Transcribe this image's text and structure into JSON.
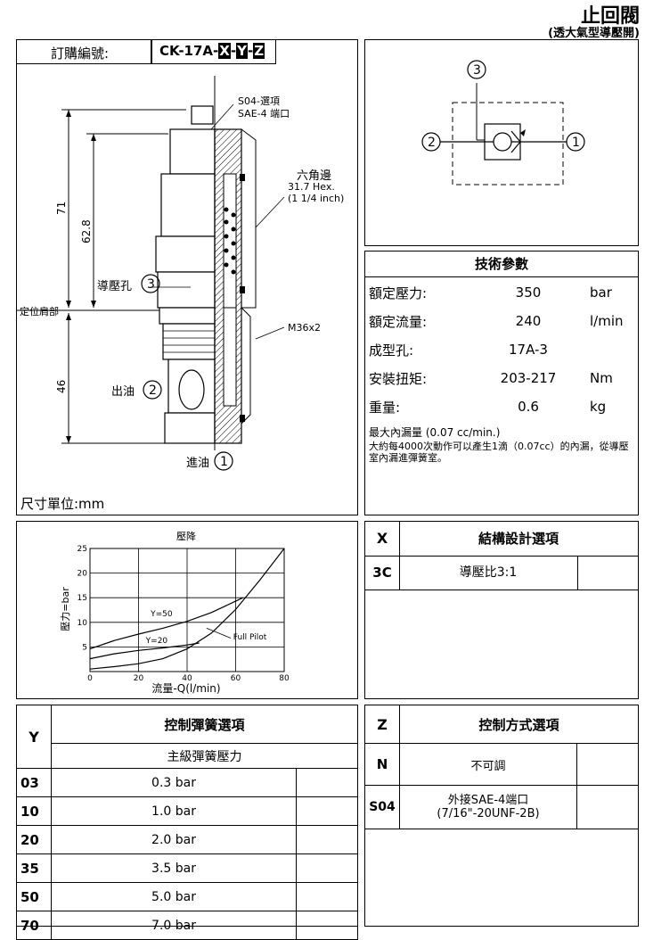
{
  "header": {
    "title": "止回閥",
    "subtitle": "(透大氣型導壓開)"
  },
  "order": {
    "label": "訂購編號:",
    "code_prefix": "CK-17A-",
    "x": "X",
    "y": "Y",
    "z": "Z",
    "sep": "-"
  },
  "drawing": {
    "port_option": "S04-選項",
    "port_sae": "SAE-4 端口",
    "hex_title": "六角邊",
    "hex_mm": "31.7 Hex.",
    "hex_in": "(1 1/4 inch)",
    "dim_71": "71",
    "dim_628": "62.8",
    "dim_46": "46",
    "pilot_port": "導壓孔",
    "pilot_num": "3",
    "shoulder": "定位肩部",
    "thread": "M36x2",
    "out_port": "出油",
    "out_num": "2",
    "in_port": "進油",
    "in_num": "1",
    "unit": "尺寸單位:mm"
  },
  "symbol": {
    "p1": "1",
    "p2": "2",
    "p3": "3"
  },
  "specs": {
    "title": "技術參數",
    "rows": [
      {
        "label": "額定壓力:",
        "value": "350",
        "unit": "bar"
      },
      {
        "label": "額定流量:",
        "value": "240",
        "unit": "l/min"
      },
      {
        "label": "成型孔:",
        "value": "17A-3",
        "unit": ""
      },
      {
        "label": "安裝扭矩:",
        "value": "203-217",
        "unit": "Nm"
      },
      {
        "label": "重量:",
        "value": "0.6",
        "unit": "kg"
      }
    ],
    "leak_title": "最大內漏量 (0.07 cc/min.)",
    "leak_note": "大約每4000次動作可以產生1滴（0.07cc）的內漏，從導壓室內漏進彈簧室。"
  },
  "chart_data": {
    "type": "line",
    "title": "壓降",
    "xlabel": "流量-Q(l/min)",
    "ylabel": "壓力=bar",
    "xlim": [
      0,
      80
    ],
    "ylim": [
      0,
      25
    ],
    "xticks": [
      0,
      20,
      40,
      60,
      80
    ],
    "yticks": [
      5,
      10,
      15,
      20,
      25
    ],
    "grid": true,
    "series": [
      {
        "name": "Y=50",
        "x": [
          0,
          10,
          20,
          30,
          40,
          50,
          60,
          63
        ],
        "y": [
          4.6,
          6.3,
          7.6,
          8.8,
          10.2,
          12,
          14.3,
          15
        ]
      },
      {
        "name": "Y=20",
        "x": [
          0,
          10,
          20,
          30,
          40,
          45
        ],
        "y": [
          2.6,
          3.6,
          4.3,
          4.8,
          5.4,
          5.8
        ]
      },
      {
        "name": "Full Pilot",
        "x": [
          0,
          10,
          20,
          30,
          40,
          50,
          60,
          70,
          80
        ],
        "y": [
          0.5,
          1,
          1.6,
          2.6,
          4.6,
          7.8,
          12.6,
          18.6,
          25
        ]
      }
    ]
  },
  "x_options": {
    "letter": "X",
    "title": "結構設計選項",
    "rows": [
      {
        "code": "3C",
        "desc": "導壓比3:1"
      }
    ]
  },
  "y_options": {
    "letter": "Y",
    "title": "控制彈簧選項",
    "subtitle": "主級彈簧壓力",
    "rows": [
      {
        "code": "03",
        "desc": "0.3 bar"
      },
      {
        "code": "10",
        "desc": "1.0 bar"
      },
      {
        "code": "20",
        "desc": "2.0 bar"
      },
      {
        "code": "35",
        "desc": "3.5 bar"
      },
      {
        "code": "50",
        "desc": "5.0 bar"
      },
      {
        "code": "70",
        "desc": "7.0 bar"
      }
    ]
  },
  "z_options": {
    "letter": "Z",
    "title": "控制方式選項",
    "rows": [
      {
        "code": "N",
        "desc1": "不可調",
        "desc2": ""
      },
      {
        "code": "S04",
        "desc1": "外接SAE-4端口",
        "desc2": "(7/16\"-20UNF-2B)"
      }
    ]
  }
}
